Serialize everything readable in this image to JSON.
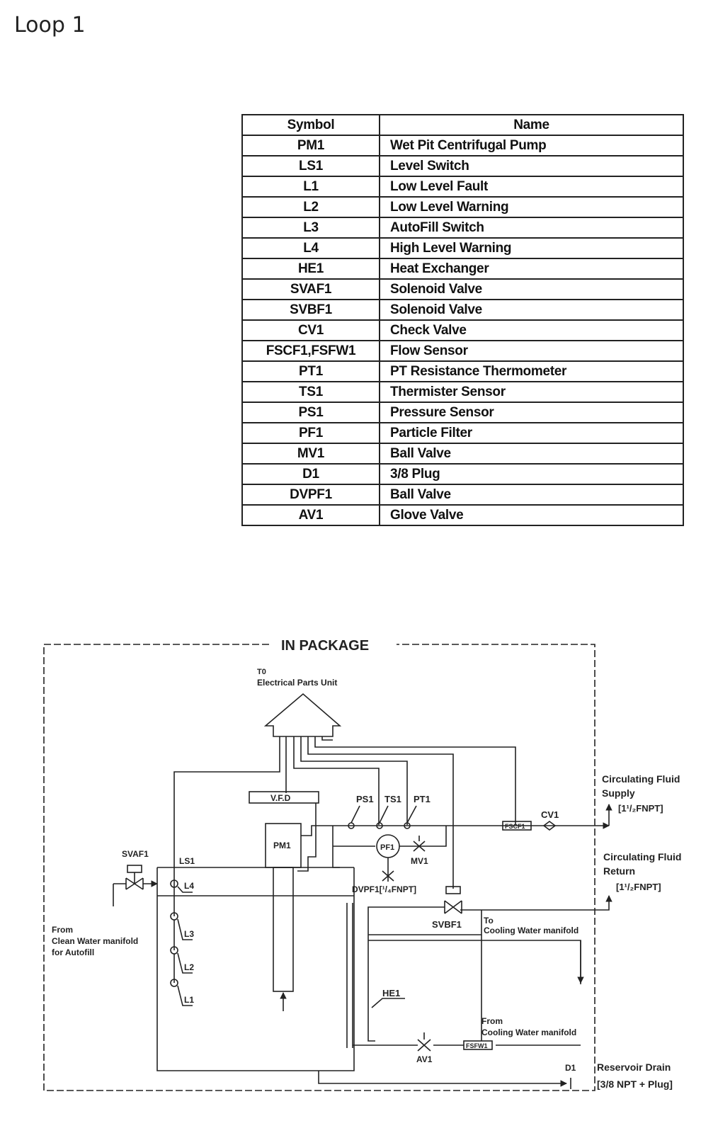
{
  "page": {
    "title": "Loop 1"
  },
  "legend": {
    "headers": {
      "symbol": "Symbol",
      "name": "Name"
    },
    "rows": [
      {
        "symbol": "PM1",
        "name": "Wet Pit Centrifugal Pump"
      },
      {
        "symbol": "LS1",
        "name": "Level Switch"
      },
      {
        "symbol": "L1",
        "name": "Low Level Fault"
      },
      {
        "symbol": "L2",
        "name": "Low Level Warning"
      },
      {
        "symbol": "L3",
        "name": "AutoFill Switch"
      },
      {
        "symbol": "L4",
        "name": "High Level Warning"
      },
      {
        "symbol": "HE1",
        "name": "Heat Exchanger"
      },
      {
        "symbol": "SVAF1",
        "name": "Solenoid Valve"
      },
      {
        "symbol": "SVBF1",
        "name": "Solenoid Valve"
      },
      {
        "symbol": "CV1",
        "name": "Check Valve"
      },
      {
        "symbol": "FSCF1,FSFW1",
        "name": "Flow Sensor"
      },
      {
        "symbol": "PT1",
        "name": "PT Resistance Thermometer"
      },
      {
        "symbol": "TS1",
        "name": "Thermister Sensor"
      },
      {
        "symbol": "PS1",
        "name": "Pressure Sensor"
      },
      {
        "symbol": "PF1",
        "name": "Particle Filter"
      },
      {
        "symbol": "MV1",
        "name": "Ball Valve"
      },
      {
        "symbol": "D1",
        "name": "3/8 Plug"
      },
      {
        "symbol": "DVPF1",
        "name": "Ball Valve"
      },
      {
        "symbol": "AV1",
        "name": "Glove Valve"
      }
    ]
  },
  "diagram": {
    "package_label": "IN PACKAGE",
    "to_label": "T0",
    "electrical_label": "Electrical Parts Unit",
    "vfd_label": "V.F.D",
    "pm1": "PM1",
    "ps1": "PS1",
    "ts1": "TS1",
    "pt1": "PT1",
    "pf1": "PF1",
    "mv1": "MV1",
    "fscf1": "FSCF1",
    "cv1": "CV1",
    "svaf1": "SVAF1",
    "ls1": "LS1",
    "l4": "L4",
    "l3": "L3",
    "l2": "L2",
    "l1": "L1",
    "dvpf1": "DVPF1[¹/₄FNPT]",
    "svbf1": "SVBF1",
    "he1": "HE1",
    "av1": "AV1",
    "fsfw1": "FSFW1",
    "d1": "D1",
    "supply_l1": "Circulating Fluid",
    "supply_l2": "Supply",
    "supply_l3": "[1¹/₂FNPT]",
    "return_l1": "Circulating Fluid",
    "return_l2": "Return",
    "return_l3": "[1¹/₂FNPT]",
    "to_cw_l1": "To",
    "to_cw_l2": "Cooling Water manifold",
    "from_cw_l1": "From",
    "from_cw_l2": "Cooling Water manifold",
    "from_clean_l1": "From",
    "from_clean_l2": "Clean Water manifold",
    "from_clean_l3": "for Autofill",
    "drain_l1": "Reservoir Drain",
    "drain_l2": "[3/8 NPT + Plug]"
  }
}
